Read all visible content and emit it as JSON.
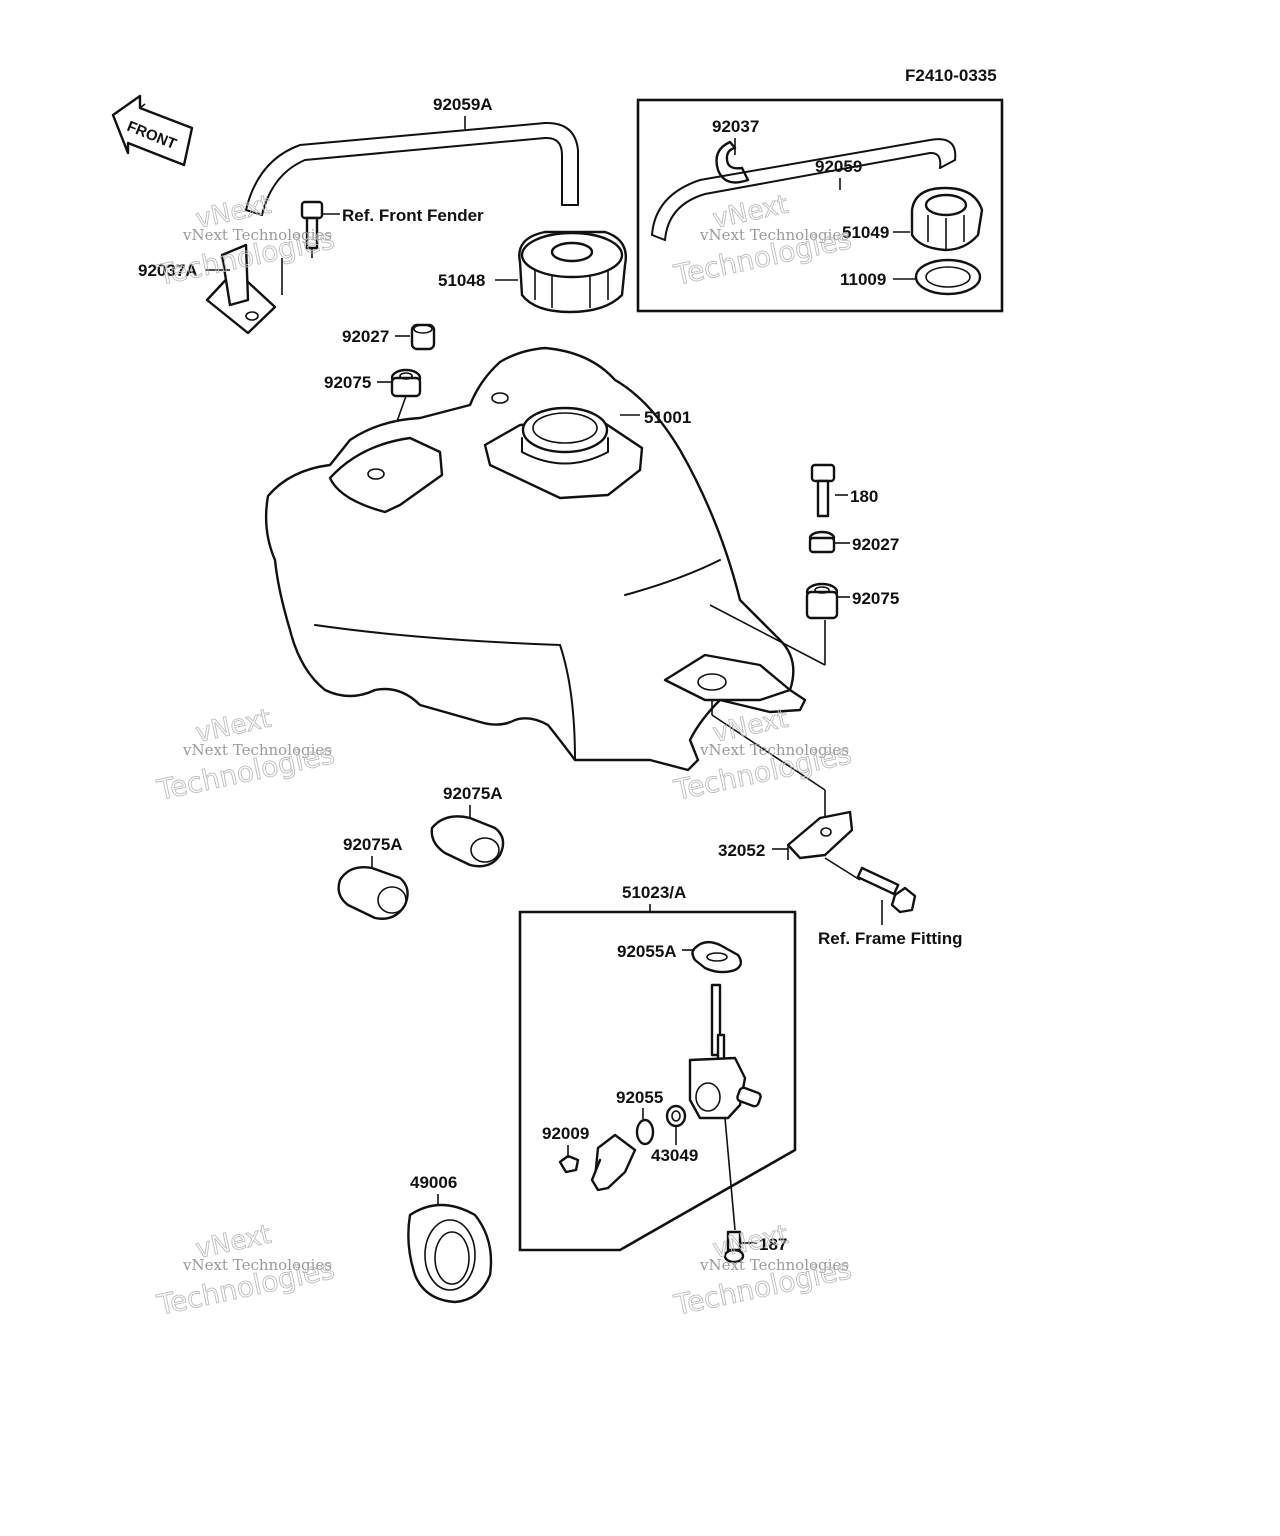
{
  "diagram_code": "F2410-0335",
  "front_arrow_label": "FRONT",
  "watermark": {
    "line1": "vNext",
    "line2": "vNext Technologies",
    "line3": "Technologies"
  },
  "parts": {
    "p_92059A": "92059A",
    "p_92037A": "92037A",
    "p_ref_front_fender": "Ref. Front Fender",
    "p_51048": "51048",
    "p_92037": "92037",
    "p_92059": "92059",
    "p_51049": "51049",
    "p_11009": "11009",
    "p_92027_top": "92027",
    "p_92075_top": "92075",
    "p_51001": "51001",
    "p_180": "180",
    "p_92027_right": "92027",
    "p_92075_right": "92075",
    "p_92075A_right": "92075A",
    "p_92075A_left": "92075A",
    "p_32052": "32052",
    "p_ref_frame_fitting": "Ref. Frame Fitting",
    "p_51023A": "51023/A",
    "p_92055A": "92055A",
    "p_92055": "92055",
    "p_92009": "92009",
    "p_43049": "43049",
    "p_49006": "49006",
    "p_187": "187"
  }
}
